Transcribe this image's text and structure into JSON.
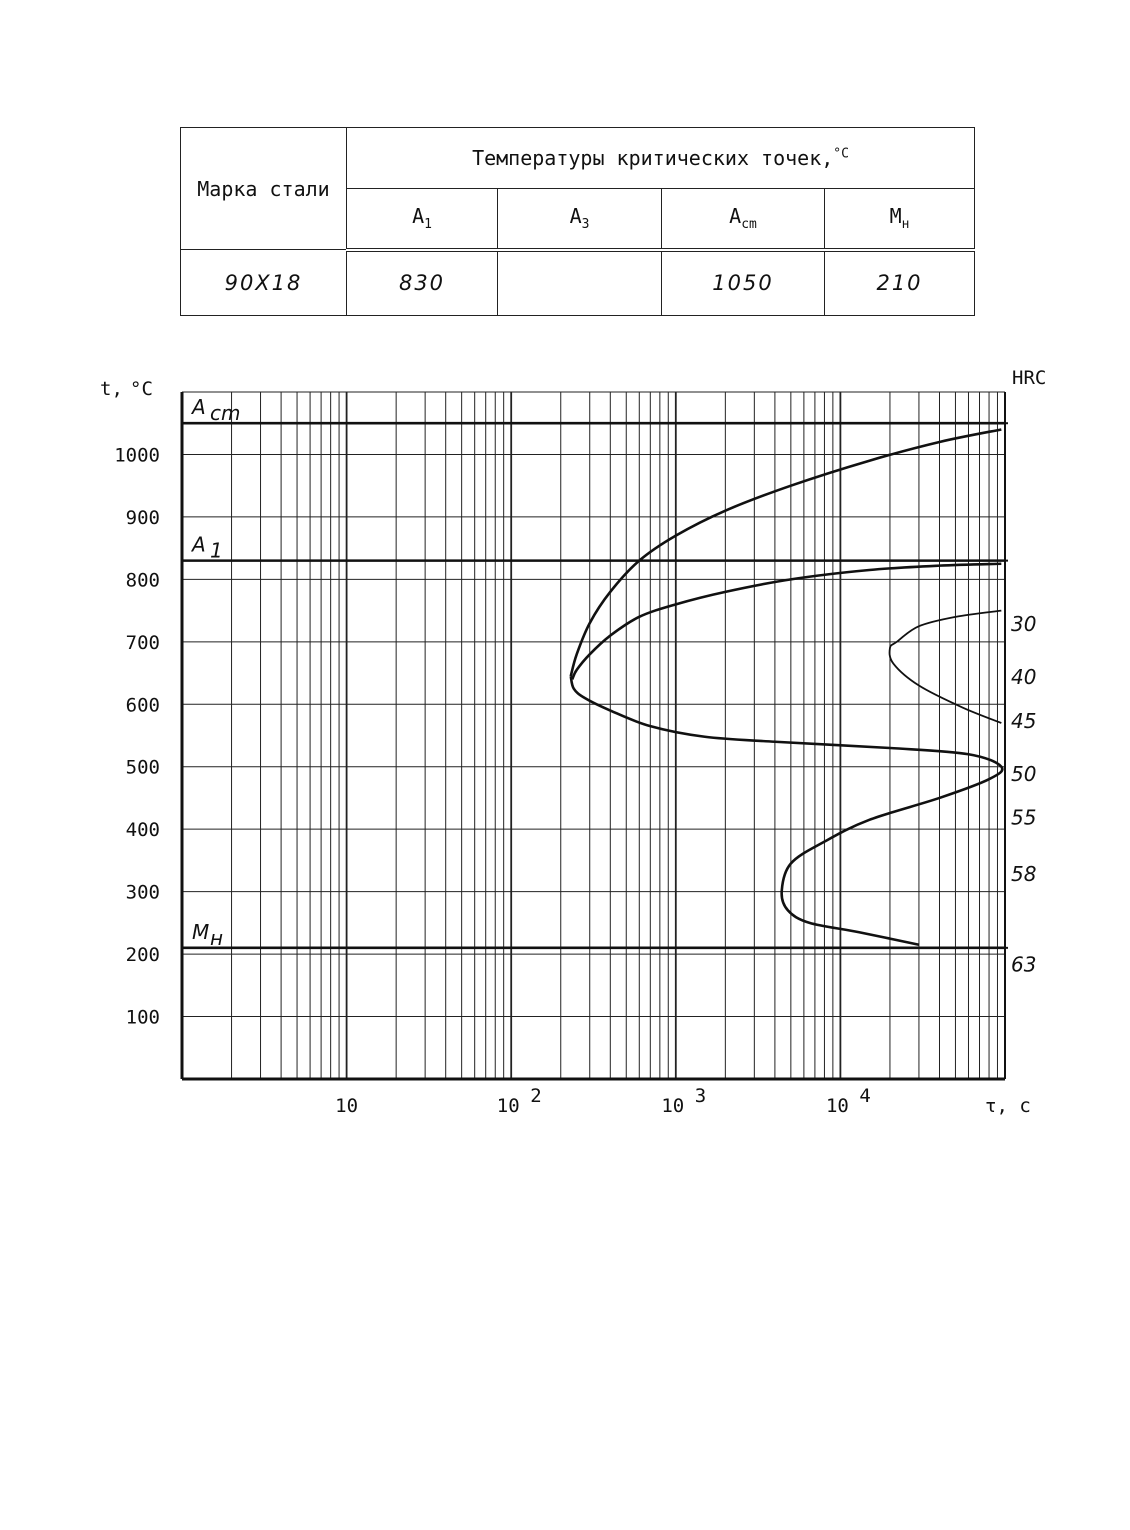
{
  "table": {
    "steel_header": "Марка стали",
    "group_header": "Температуры критических точек,",
    "group_unit": "°C",
    "columns": [
      {
        "base": "A",
        "sub": "1"
      },
      {
        "base": "A",
        "sub": "3"
      },
      {
        "base": "A",
        "sub": "cm"
      },
      {
        "base": "M",
        "sub": "н"
      }
    ],
    "row": {
      "steel": "90Х18",
      "values": [
        "830",
        "",
        "1050",
        "210"
      ]
    }
  },
  "chart_data": {
    "type": "line",
    "ylabel": "t,",
    "ylabel_unit": "°C",
    "xlabel": "τ, c",
    "right_label": "HRC",
    "x_scale": "log",
    "xlim": [
      1,
      100000
    ],
    "ylim": [
      0,
      1100
    ],
    "grid": true,
    "y_ticks": [
      "100",
      "200",
      "300",
      "400",
      "500",
      "600",
      "700",
      "800",
      "900",
      "1000"
    ],
    "x_ticks": [
      {
        "value": 10,
        "base": "10",
        "exp": ""
      },
      {
        "value": 100,
        "base": "10",
        "exp": "2"
      },
      {
        "value": 1000,
        "base": "10",
        "exp": "3"
      },
      {
        "value": 10000,
        "base": "10",
        "exp": "4"
      }
    ],
    "critical_lines": [
      {
        "name": "A",
        "sub": "cm",
        "t": 1050
      },
      {
        "name": "A",
        "sub": "1",
        "t": 830
      },
      {
        "name": "M",
        "sub": "н",
        "t": 210
      }
    ],
    "hrc_labels": [
      {
        "label": "30",
        "t": 730
      },
      {
        "label": "40",
        "t": 645
      },
      {
        "label": "45",
        "t": 575
      },
      {
        "label": "50",
        "t": 490
      },
      {
        "label": "55",
        "t": 420
      },
      {
        "label": "58",
        "t": 330
      },
      {
        "label": "63",
        "t": 185
      }
    ],
    "series": [
      {
        "values": [
          [
            95000,
            1040
          ],
          [
            40000,
            1020
          ],
          [
            15000,
            990
          ],
          [
            5000,
            950
          ],
          [
            2000,
            910
          ],
          [
            1000,
            870
          ],
          [
            600,
            830
          ],
          [
            400,
            780
          ],
          [
            300,
            730
          ],
          [
            250,
            680
          ],
          [
            230,
            645
          ]
        ]
      },
      {
        "values": [
          [
            95000,
            825
          ],
          [
            40000,
            822
          ],
          [
            15000,
            815
          ],
          [
            5000,
            800
          ],
          [
            2000,
            780
          ],
          [
            1000,
            760
          ],
          [
            600,
            740
          ],
          [
            400,
            710
          ],
          [
            300,
            680
          ],
          [
            250,
            655
          ],
          [
            235,
            640
          ]
        ]
      },
      {
        "values": [
          [
            230,
            645
          ],
          [
            240,
            625
          ],
          [
            280,
            610
          ],
          [
            400,
            590
          ],
          [
            700,
            565
          ],
          [
            1500,
            548
          ],
          [
            4000,
            540
          ],
          [
            20000,
            530
          ],
          [
            60000,
            520
          ],
          [
            95000,
            500
          ],
          [
            80000,
            480
          ],
          [
            40000,
            450
          ],
          [
            15000,
            415
          ],
          [
            8000,
            380
          ],
          [
            5000,
            345
          ],
          [
            4400,
            300
          ],
          [
            4800,
            270
          ],
          [
            6500,
            250
          ],
          [
            13000,
            235
          ],
          [
            30000,
            215
          ]
        ]
      },
      {
        "values": [
          [
            95000,
            750
          ],
          [
            50000,
            740
          ],
          [
            30000,
            725
          ],
          [
            22000,
            700
          ],
          [
            20000,
            690
          ],
          [
            21000,
            665
          ],
          [
            30000,
            630
          ],
          [
            55000,
            595
          ],
          [
            95000,
            570
          ]
        ]
      }
    ]
  }
}
